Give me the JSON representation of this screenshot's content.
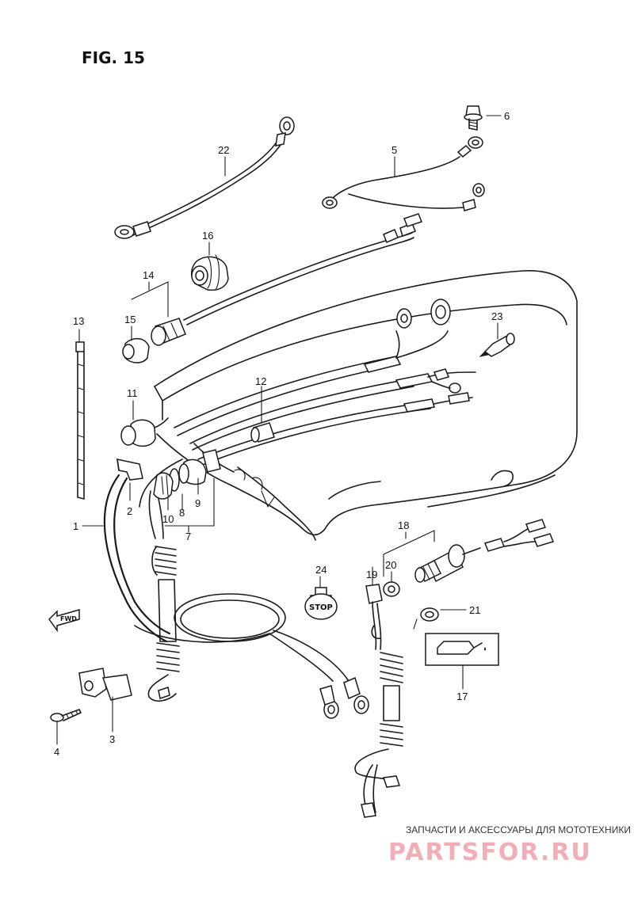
{
  "figure": {
    "title": "FIG. 15"
  },
  "part_labels": {
    "p1": "1",
    "p2": "2",
    "p3": "3",
    "p4": "4",
    "p5": "5",
    "p6": "6",
    "p7": "7",
    "p8": "8",
    "p9": "9",
    "p10": "10",
    "p11": "11",
    "p12": "12",
    "p13": "13",
    "p14": "14",
    "p15": "15",
    "p16": "16",
    "p17": "17",
    "p18": "18",
    "p19": "19",
    "p20": "20",
    "p21": "21",
    "p22": "22",
    "p23": "23",
    "p24": "24"
  },
  "stop_sticker": {
    "text": "STOP"
  },
  "fwd_arrow": {
    "text": "FWD"
  },
  "watermark": {
    "caption": "ЗАПЧАСТИ И АКСЕССУАРЫ ДЛЯ МОТОТЕХНИКИ",
    "brand": "PARTSFOR.RU"
  },
  "colors": {
    "line": "#1a1a1a",
    "background": "#ffffff",
    "watermark_brand": "#f2aeb7"
  }
}
